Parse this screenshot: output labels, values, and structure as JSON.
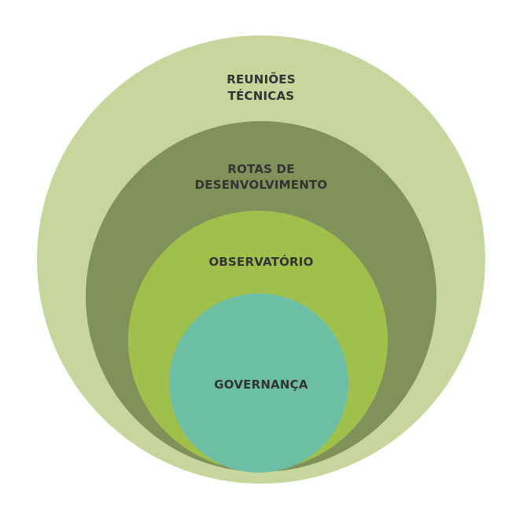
{
  "diagram": {
    "layers": [
      {
        "key": "reunioes",
        "lines": [
          "REUNIÕES",
          "TÉCNICAS"
        ],
        "color": "#c6d69c"
      },
      {
        "key": "rotas",
        "lines": [
          "ROTAS DE",
          "DESENVOLVIMENTO"
        ],
        "color": "#809259"
      },
      {
        "key": "observatorio",
        "lines": [
          "OBSERVATÓRIO"
        ],
        "color": "#9fc14b"
      },
      {
        "key": "governanca",
        "lines": [
          "GOVERNANÇA"
        ],
        "color": "#6cbfa5"
      }
    ]
  }
}
